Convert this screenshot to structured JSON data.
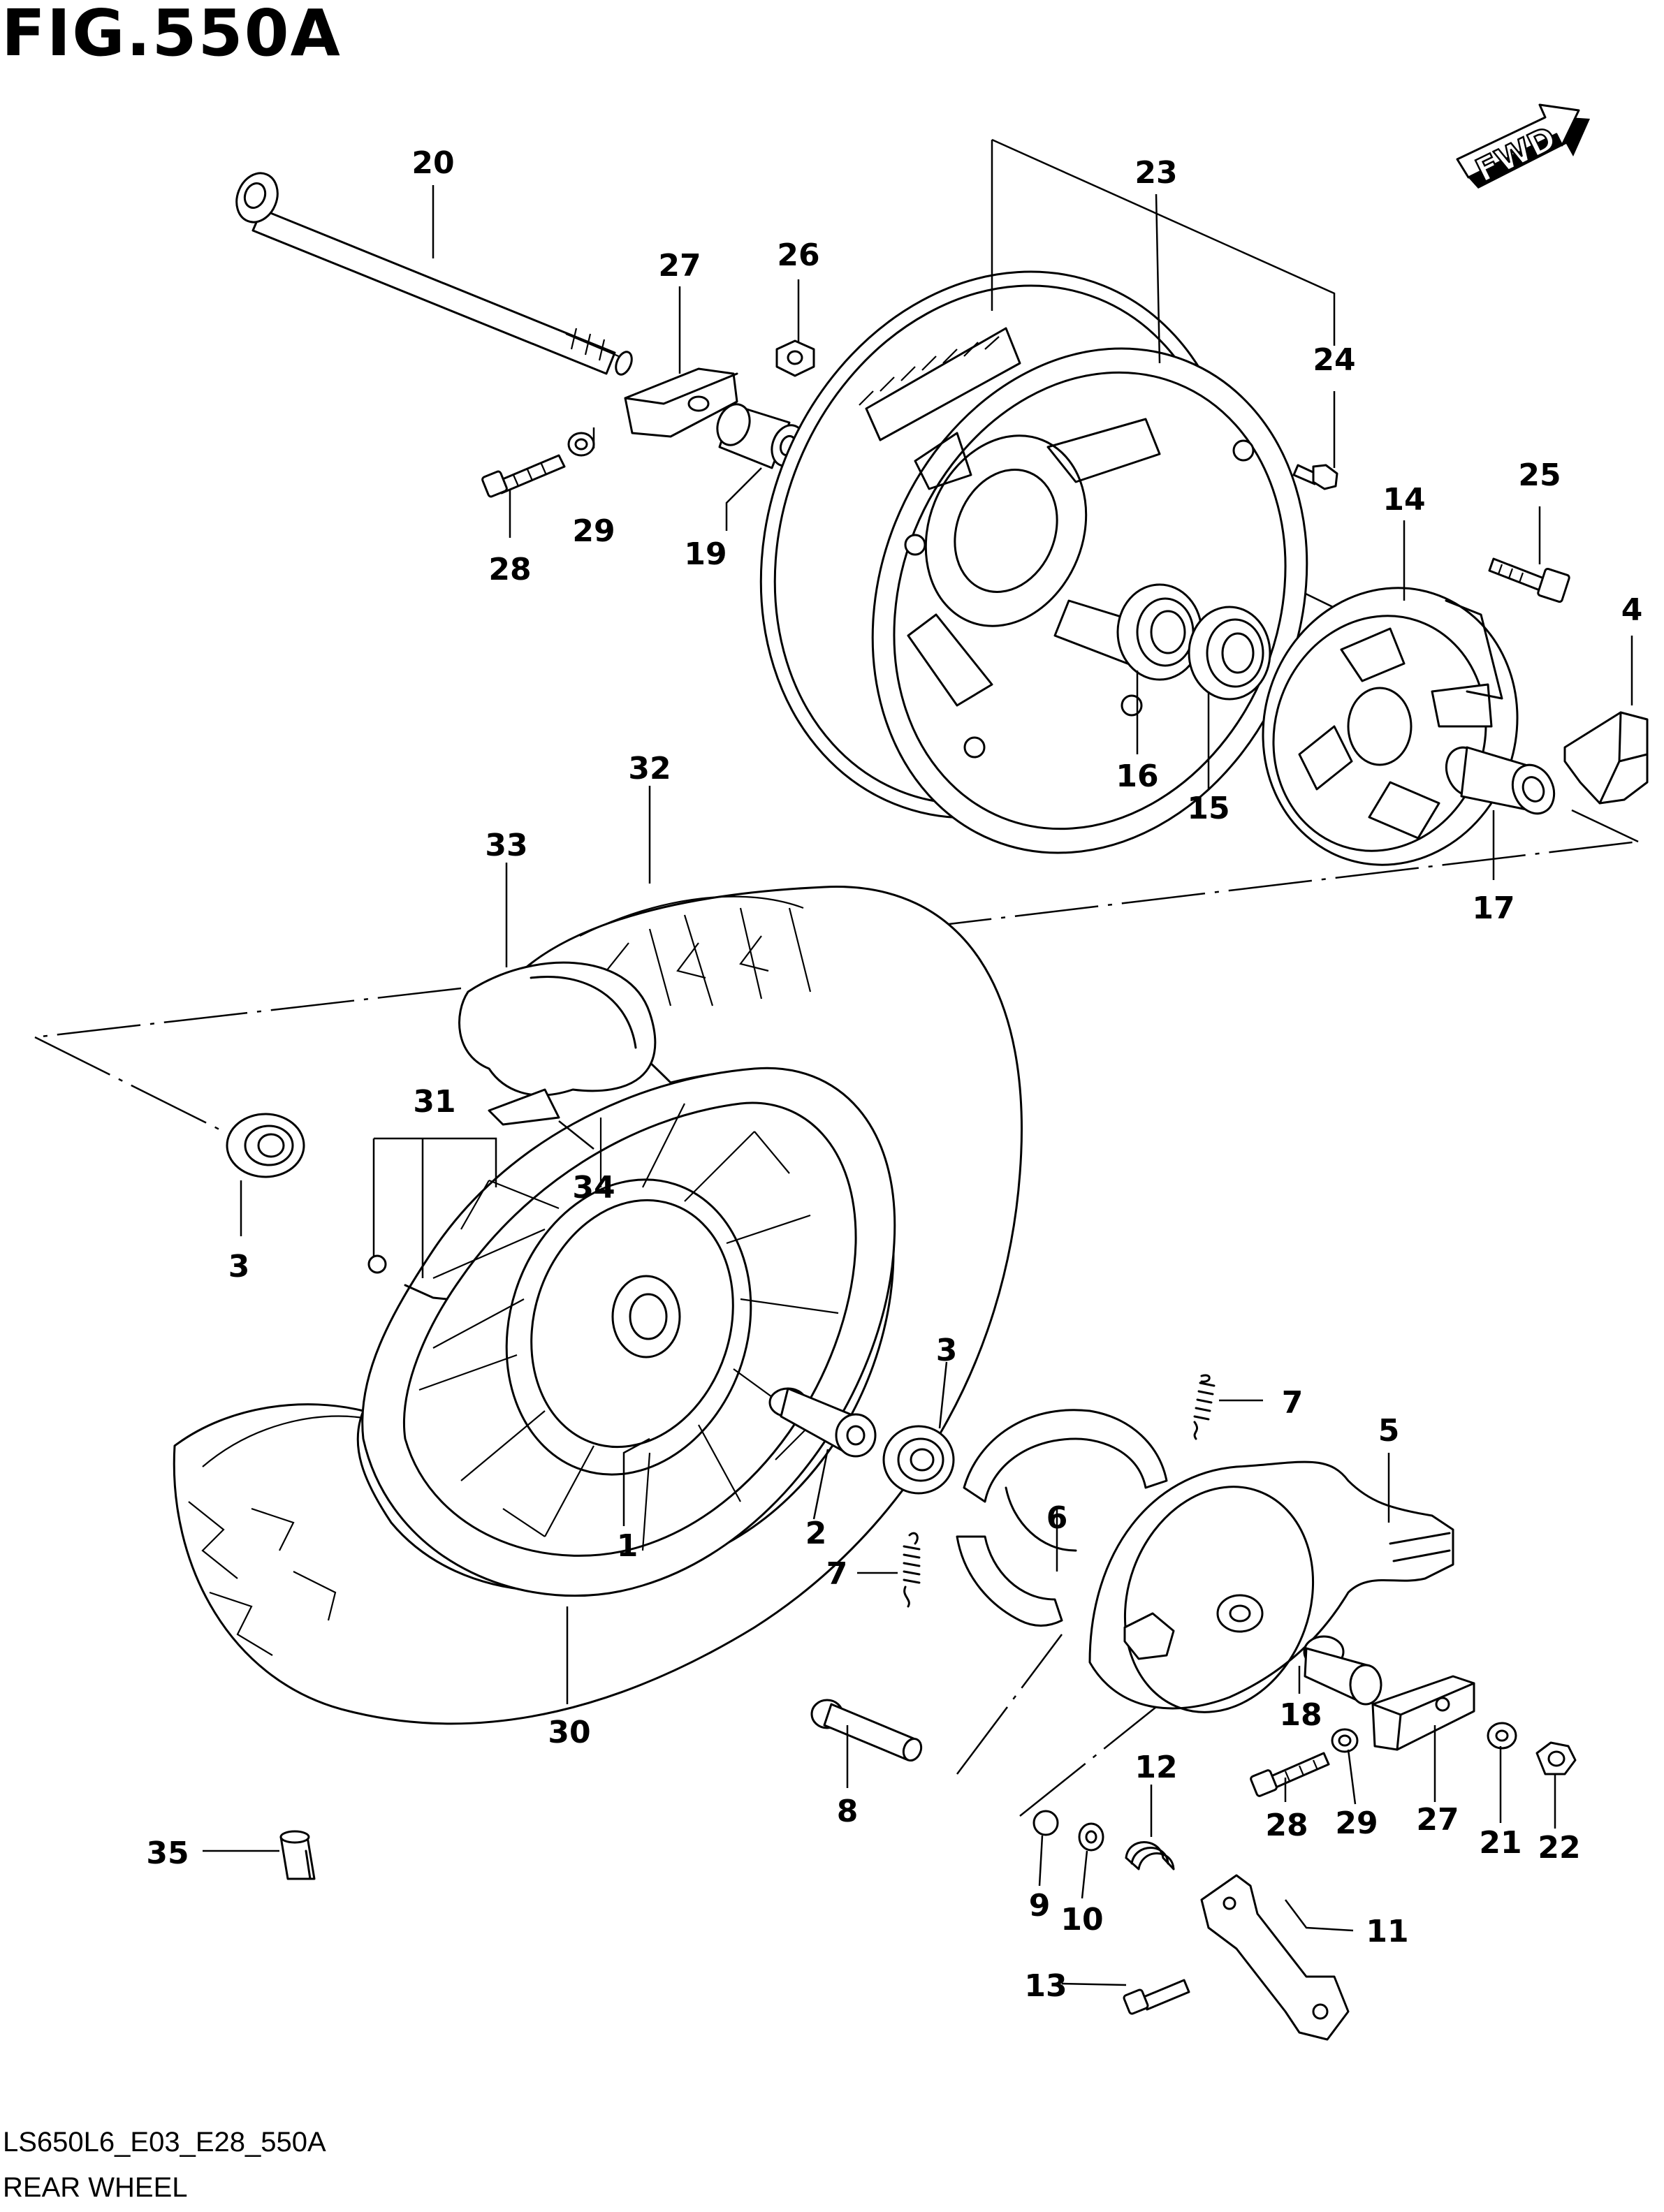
{
  "figure": {
    "title": "FIG.550A",
    "model_code": "LS650L6_E03_E28_550A",
    "caption": "REAR WHEEL",
    "direction_label": "FWD"
  },
  "callouts": {
    "c1": "1",
    "c2": "2",
    "c3a": "3",
    "c3b": "3",
    "c4": "4",
    "c5": "5",
    "c6": "6",
    "c7a": "7",
    "c7b": "7",
    "c8": "8",
    "c9": "9",
    "c10": "10",
    "c11": "11",
    "c12": "12",
    "c13": "13",
    "c14": "14",
    "c15": "15",
    "c16": "16",
    "c17": "17",
    "c18": "18",
    "c19": "19",
    "c20": "20",
    "c21": "21",
    "c22": "22",
    "c23": "23",
    "c24": "24",
    "c25": "25",
    "c26": "26",
    "c27a": "27",
    "c27b": "27",
    "c28a": "28",
    "c28b": "28",
    "c29a": "29",
    "c29b": "29",
    "c30": "30",
    "c31": "31",
    "c32": "32",
    "c33": "33",
    "c34": "34",
    "c35": "35"
  }
}
